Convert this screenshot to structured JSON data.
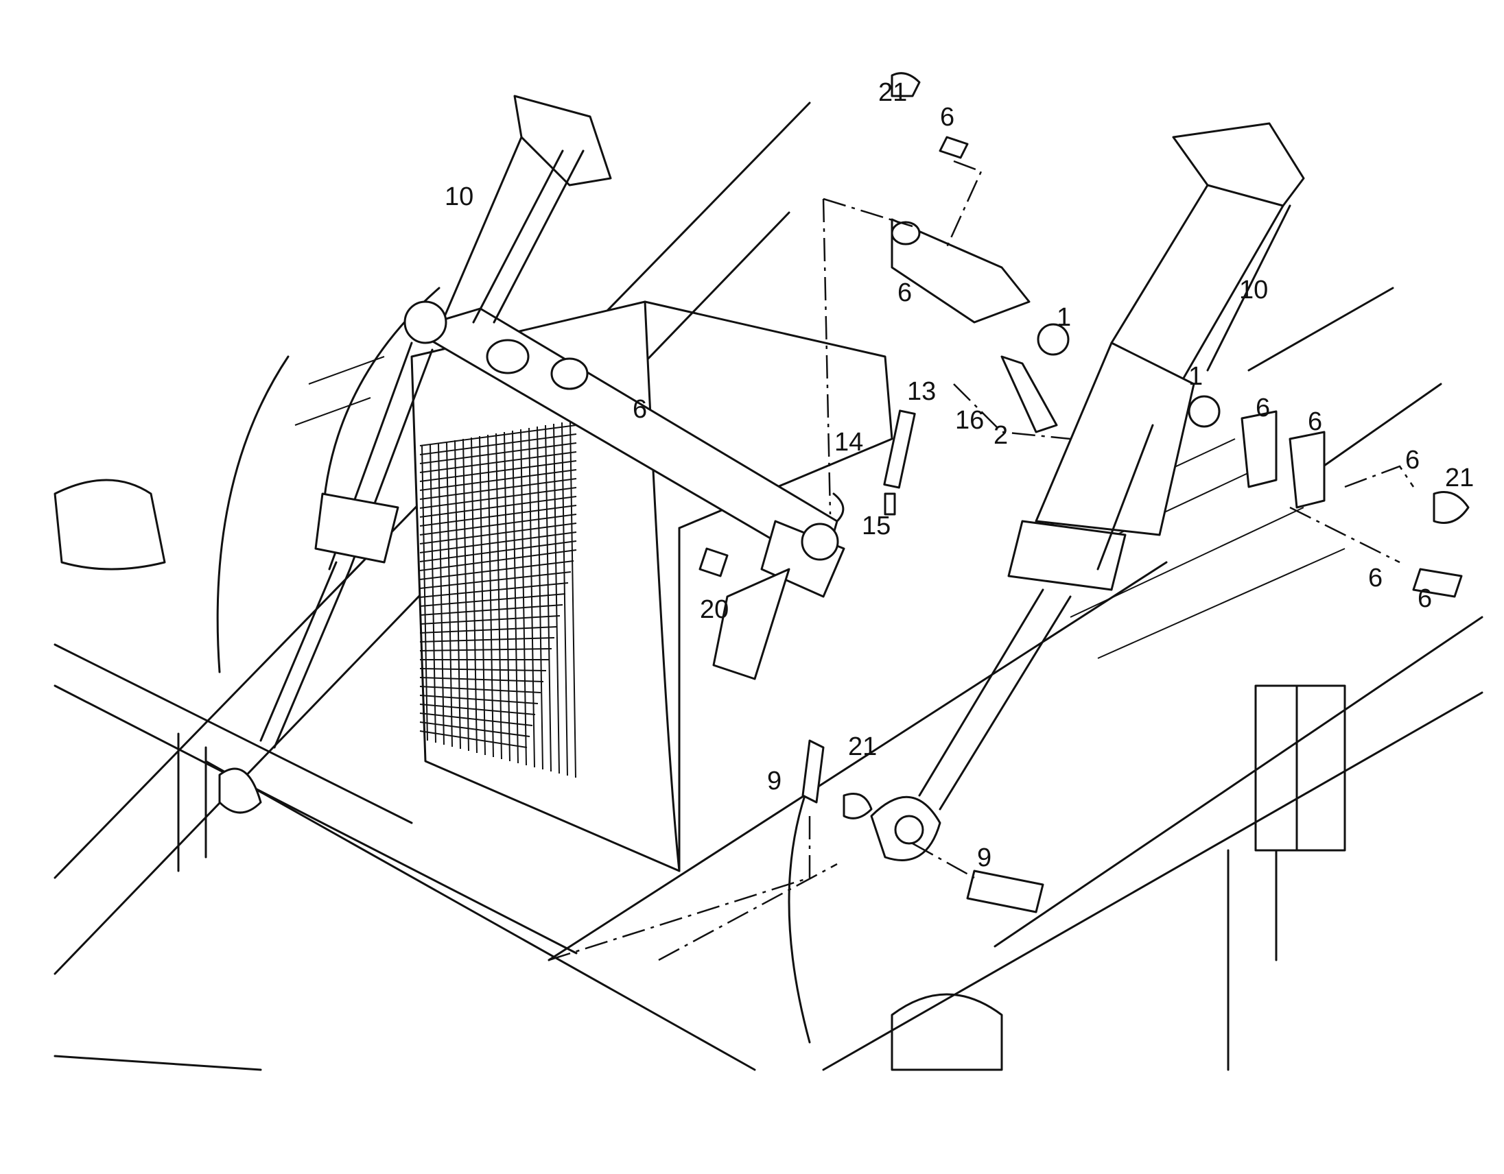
{
  "diagram": {
    "callouts": [
      {
        "id": "c21a",
        "text": "21"
      },
      {
        "id": "c6a",
        "text": "6"
      },
      {
        "id": "c10a",
        "text": "10"
      },
      {
        "id": "c6b",
        "text": "6"
      },
      {
        "id": "c10b",
        "text": "10"
      },
      {
        "id": "c1a",
        "text": "1"
      },
      {
        "id": "c1b",
        "text": "1"
      },
      {
        "id": "c13",
        "text": "13"
      },
      {
        "id": "c16",
        "text": "16"
      },
      {
        "id": "c2",
        "text": "2"
      },
      {
        "id": "c6c",
        "text": "6"
      },
      {
        "id": "c14",
        "text": "14"
      },
      {
        "id": "c15",
        "text": "15"
      },
      {
        "id": "c20",
        "text": "20"
      },
      {
        "id": "c6d",
        "text": "6"
      },
      {
        "id": "c6e",
        "text": "6"
      },
      {
        "id": "c6f",
        "text": "6"
      },
      {
        "id": "c21b",
        "text": "21"
      },
      {
        "id": "c6g",
        "text": "6"
      },
      {
        "id": "c6h",
        "text": "6"
      },
      {
        "id": "c9a",
        "text": "9"
      },
      {
        "id": "c21c",
        "text": "21"
      },
      {
        "id": "c9b",
        "text": "9"
      }
    ]
  }
}
